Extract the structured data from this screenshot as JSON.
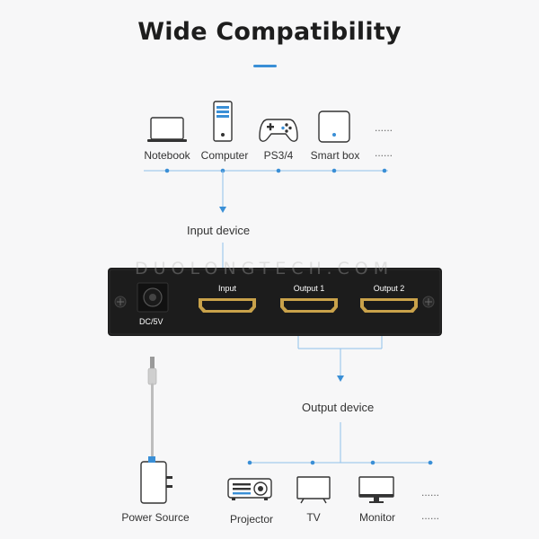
{
  "title": "Wide Compatibility",
  "colors": {
    "accent": "#3a8fd6",
    "device": "#1b1b1b",
    "gold": "#c9a24a"
  },
  "input_devices": {
    "items": [
      {
        "label": "Notebook",
        "icon": "laptop-icon"
      },
      {
        "label": "Computer",
        "icon": "desktop-tower-icon"
      },
      {
        "label": "PS3/4",
        "icon": "gamepad-icon"
      },
      {
        "label": "Smart box",
        "icon": "smart-box-icon"
      }
    ],
    "more": "......",
    "caption": "Input device"
  },
  "splitter": {
    "watermark": "DUOLONGTECH.COM",
    "dc_label": "DC/5V",
    "ports": [
      "Input",
      "Output 1",
      "Output 2"
    ]
  },
  "output_devices": {
    "caption": "Output device",
    "items": [
      {
        "label": "Projector",
        "icon": "projector-icon"
      },
      {
        "label": "TV",
        "icon": "tv-icon"
      },
      {
        "label": "Monitor",
        "icon": "monitor-icon"
      }
    ],
    "more": "......"
  },
  "power": {
    "label": "Power Source",
    "icon": "power-adapter-icon"
  }
}
